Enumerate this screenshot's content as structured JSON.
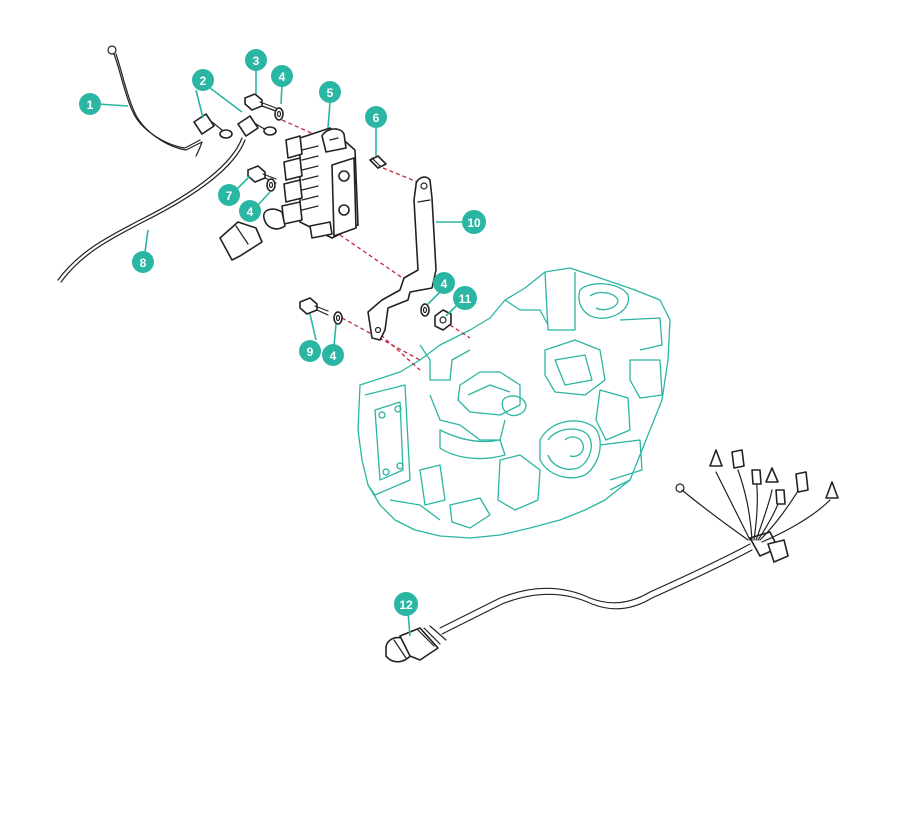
{
  "colors": {
    "callout": "#2bb5a3",
    "engine": "#2bb5a3",
    "parts": "#222222",
    "hidden_line": "#c0283f"
  },
  "callouts": [
    {
      "id": "c1",
      "label": "1"
    },
    {
      "id": "c2",
      "label": "2"
    },
    {
      "id": "c3",
      "label": "3"
    },
    {
      "id": "c4a",
      "label": "4"
    },
    {
      "id": "c5",
      "label": "5"
    },
    {
      "id": "c6",
      "label": "6"
    },
    {
      "id": "c7",
      "label": "7"
    },
    {
      "id": "c4b",
      "label": "4"
    },
    {
      "id": "c8",
      "label": "8"
    },
    {
      "id": "c10",
      "label": "10"
    },
    {
      "id": "c4c",
      "label": "4"
    },
    {
      "id": "c11",
      "label": "11"
    },
    {
      "id": "c9",
      "label": "9"
    },
    {
      "id": "c4d",
      "label": "4"
    },
    {
      "id": "c12",
      "label": "12"
    }
  ]
}
